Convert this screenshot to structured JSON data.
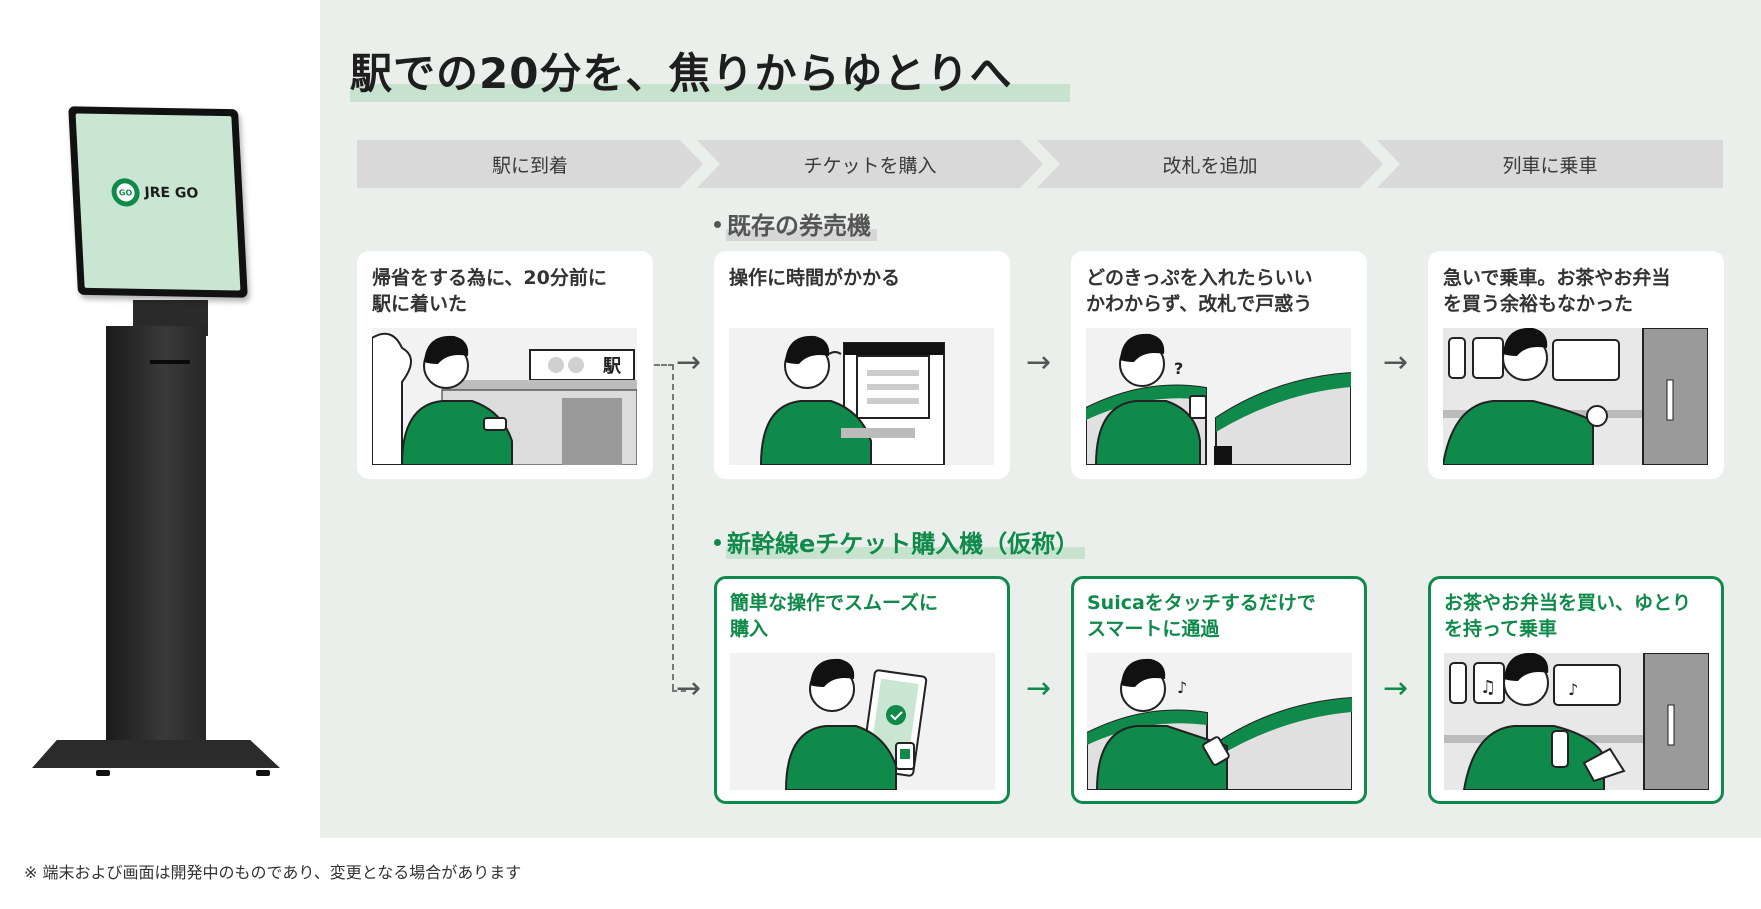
{
  "kiosk": {
    "logo_mark": "GO",
    "logo_text": "JRE GO"
  },
  "title": "駅での20分を、焦りからゆとりへ",
  "steps": [
    "駅に到着",
    "チケットを購入",
    "改札を追加",
    "列車に乗車"
  ],
  "sections": {
    "existing": "既存の券売機",
    "new": "新幹線eチケット購入機（仮称）"
  },
  "cards": {
    "arrive": "帰省をする為に、20分前に\n駅に着いた",
    "old_buy": "操作に時間がかかる",
    "old_gate": "どのきっぷを入れたらいい\nかわからず、改札で戸惑う",
    "old_board": "急いで乗車。お茶やお弁当\nを買う余裕もなかった",
    "new_buy": "簡単な操作でスムーズに\n購入",
    "new_gate": "Suicaをタッチするだけで\nスマートに通過",
    "new_board": "お茶やお弁当を買い、ゆとり\nを持って乗車"
  },
  "illus": {
    "station_sign": "駅",
    "question": "?"
  },
  "footnote": "※ 端末および画面は開発中のものであり、変更となる場合があります",
  "colors": {
    "accent": "#0f8a4a",
    "panel": "#eaefeb",
    "highlight": "#c7e3cf"
  }
}
